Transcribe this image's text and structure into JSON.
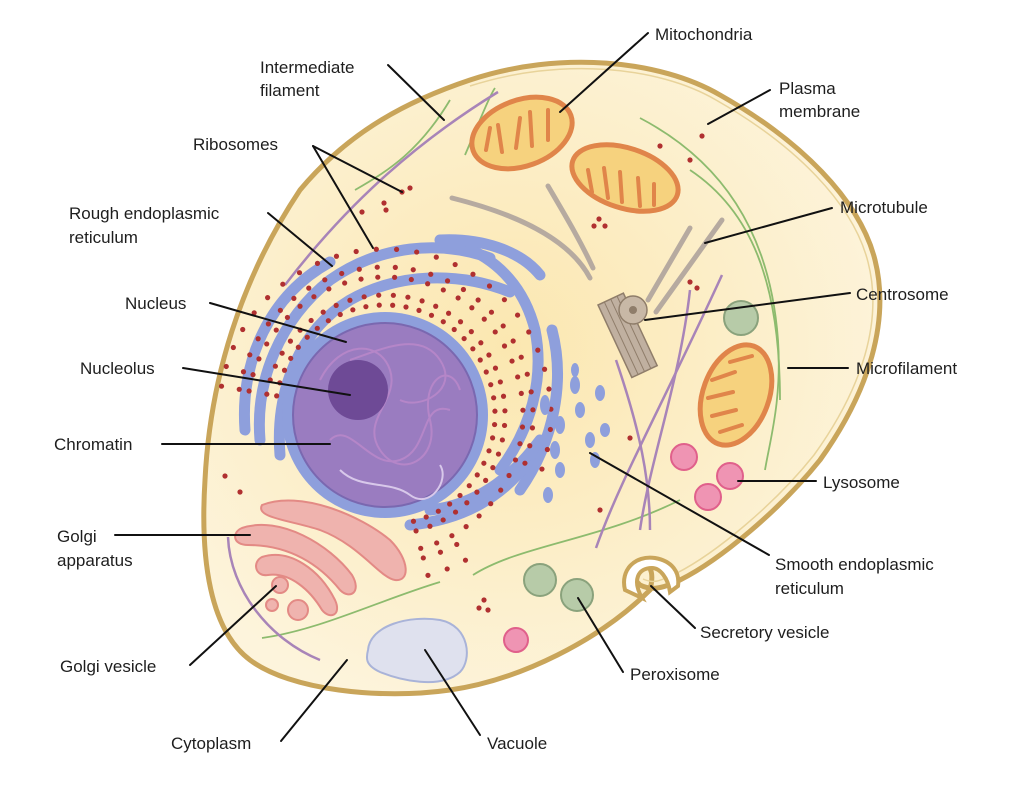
{
  "title": "Animal cell structure",
  "colors": {
    "cytoplasm": "#fbefc9",
    "membrane": "#c9a55a",
    "nucleus": "#9a7cc0",
    "nucleolus": "#6e4a96",
    "er": "#8e9fdc",
    "ribosome": "#b03030",
    "mitochondria_outer": "#e0854a",
    "mitochondria_inner": "#f6d27e",
    "golgi": "#eeaaaa",
    "lysosome": "#ea7fa3",
    "peroxisome": "#a7c09a",
    "vacuole": "#dfe1ee",
    "microtubule": "#b6aaa0",
    "intermediate_filament": "#a884b8",
    "microfilament": "#8dbb6e"
  },
  "labels": {
    "mitochondria": "Mitochondria",
    "intermediate_filament": [
      "Intermediate",
      "filament"
    ],
    "plasma_membrane": [
      "Plasma",
      "membrane"
    ],
    "ribosomes": "Ribosomes",
    "rough_er": [
      "Rough endoplasmic",
      "reticulum"
    ],
    "microtubule": "Microtubule",
    "nucleus": "Nucleus",
    "centrosome": "Centrosome",
    "nucleolus": "Nucleolus",
    "microfilament": "Microfilament",
    "chromatin": "Chromatin",
    "lysosome": "Lysosome",
    "golgi_apparatus": [
      "Golgi",
      "apparatus"
    ],
    "smooth_er": [
      "Smooth endoplasmic",
      "reticulum"
    ],
    "secretory_vesicle": "Secretory vesicle",
    "golgi_vesicle": "Golgi vesicle",
    "peroxisome": "Peroxisome",
    "cytoplasm": "Cytoplasm",
    "vacuole": "Vacuole"
  }
}
